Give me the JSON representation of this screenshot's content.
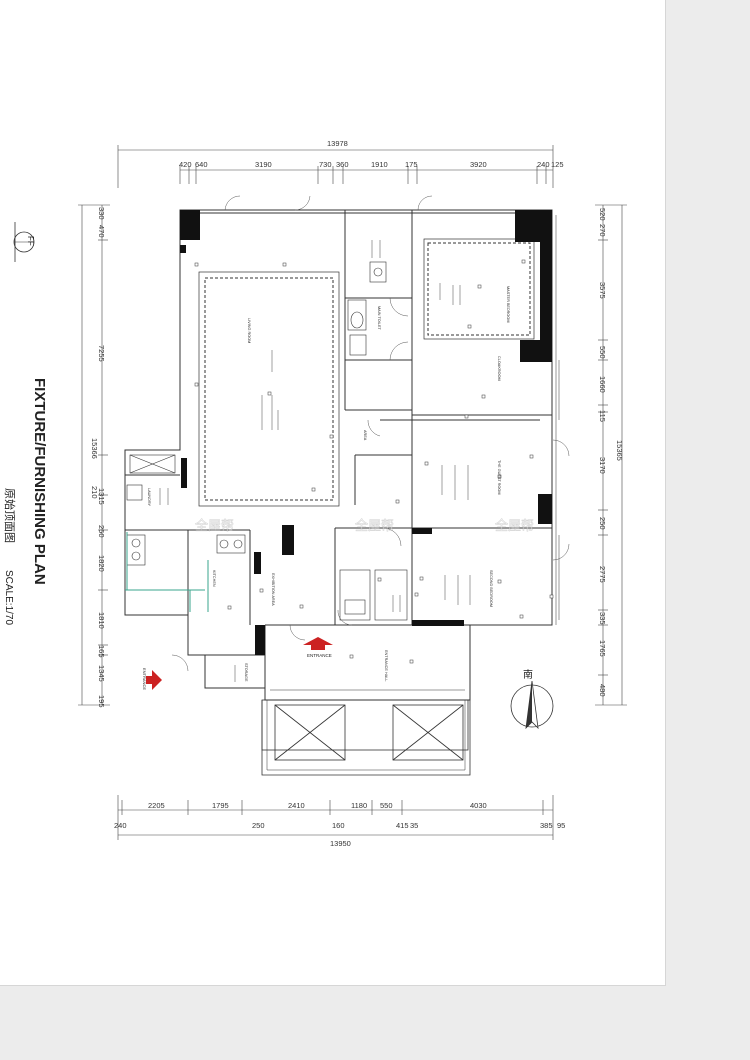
{
  "plan": {
    "code": "FF",
    "title_en": "FIXTURE/FURNISHING PLAN",
    "title_cn": "原始顶面图",
    "scale": "SCALE:1/70",
    "entrance": "ENTRANCE",
    "north_label": "南"
  },
  "dims": {
    "top_total": "13978",
    "top": [
      "420",
      "640",
      "3190",
      "730",
      "360",
      "1910",
      "175",
      "3920",
      "240",
      "125"
    ],
    "bottom": [
      "2205",
      "1795",
      "2410",
      "1180",
      "550",
      "4030"
    ],
    "bottom2": [
      "240",
      "250",
      "160",
      "415",
      "35",
      "385",
      "95"
    ],
    "bottom_total": "13950",
    "left_total": "15366",
    "left": [
      "330",
      "470",
      "7255",
      "210",
      "1315",
      "250",
      "1820",
      "1810",
      "165",
      "1345",
      "195"
    ],
    "right_total": "15365",
    "right": [
      "520",
      "270",
      "3575",
      "550",
      "1660",
      "115",
      "3170",
      "250",
      "2775",
      "335",
      "1765",
      "480"
    ]
  },
  "rooms": {
    "living": "LIVING ROOM",
    "master": "MASTER BEDROOM",
    "cloakroom": "CLOAKROOM",
    "guest": "THE GUEST ROOM",
    "second": "SECOND BEDROOM",
    "kitchen": "KITCHEN",
    "storage": "STORAGE",
    "laundry": "LAUNDRY",
    "toilet": "MAIN TOILET",
    "exhibition": "EXHIBITION AREA",
    "hall": "ENTRANCE HALL",
    "area": "AREA"
  },
  "watermark": "全屋帮",
  "colors": {
    "wall": "#111111",
    "line": "#333333",
    "accent": "#cc2222",
    "teal": "#3aa58c"
  }
}
